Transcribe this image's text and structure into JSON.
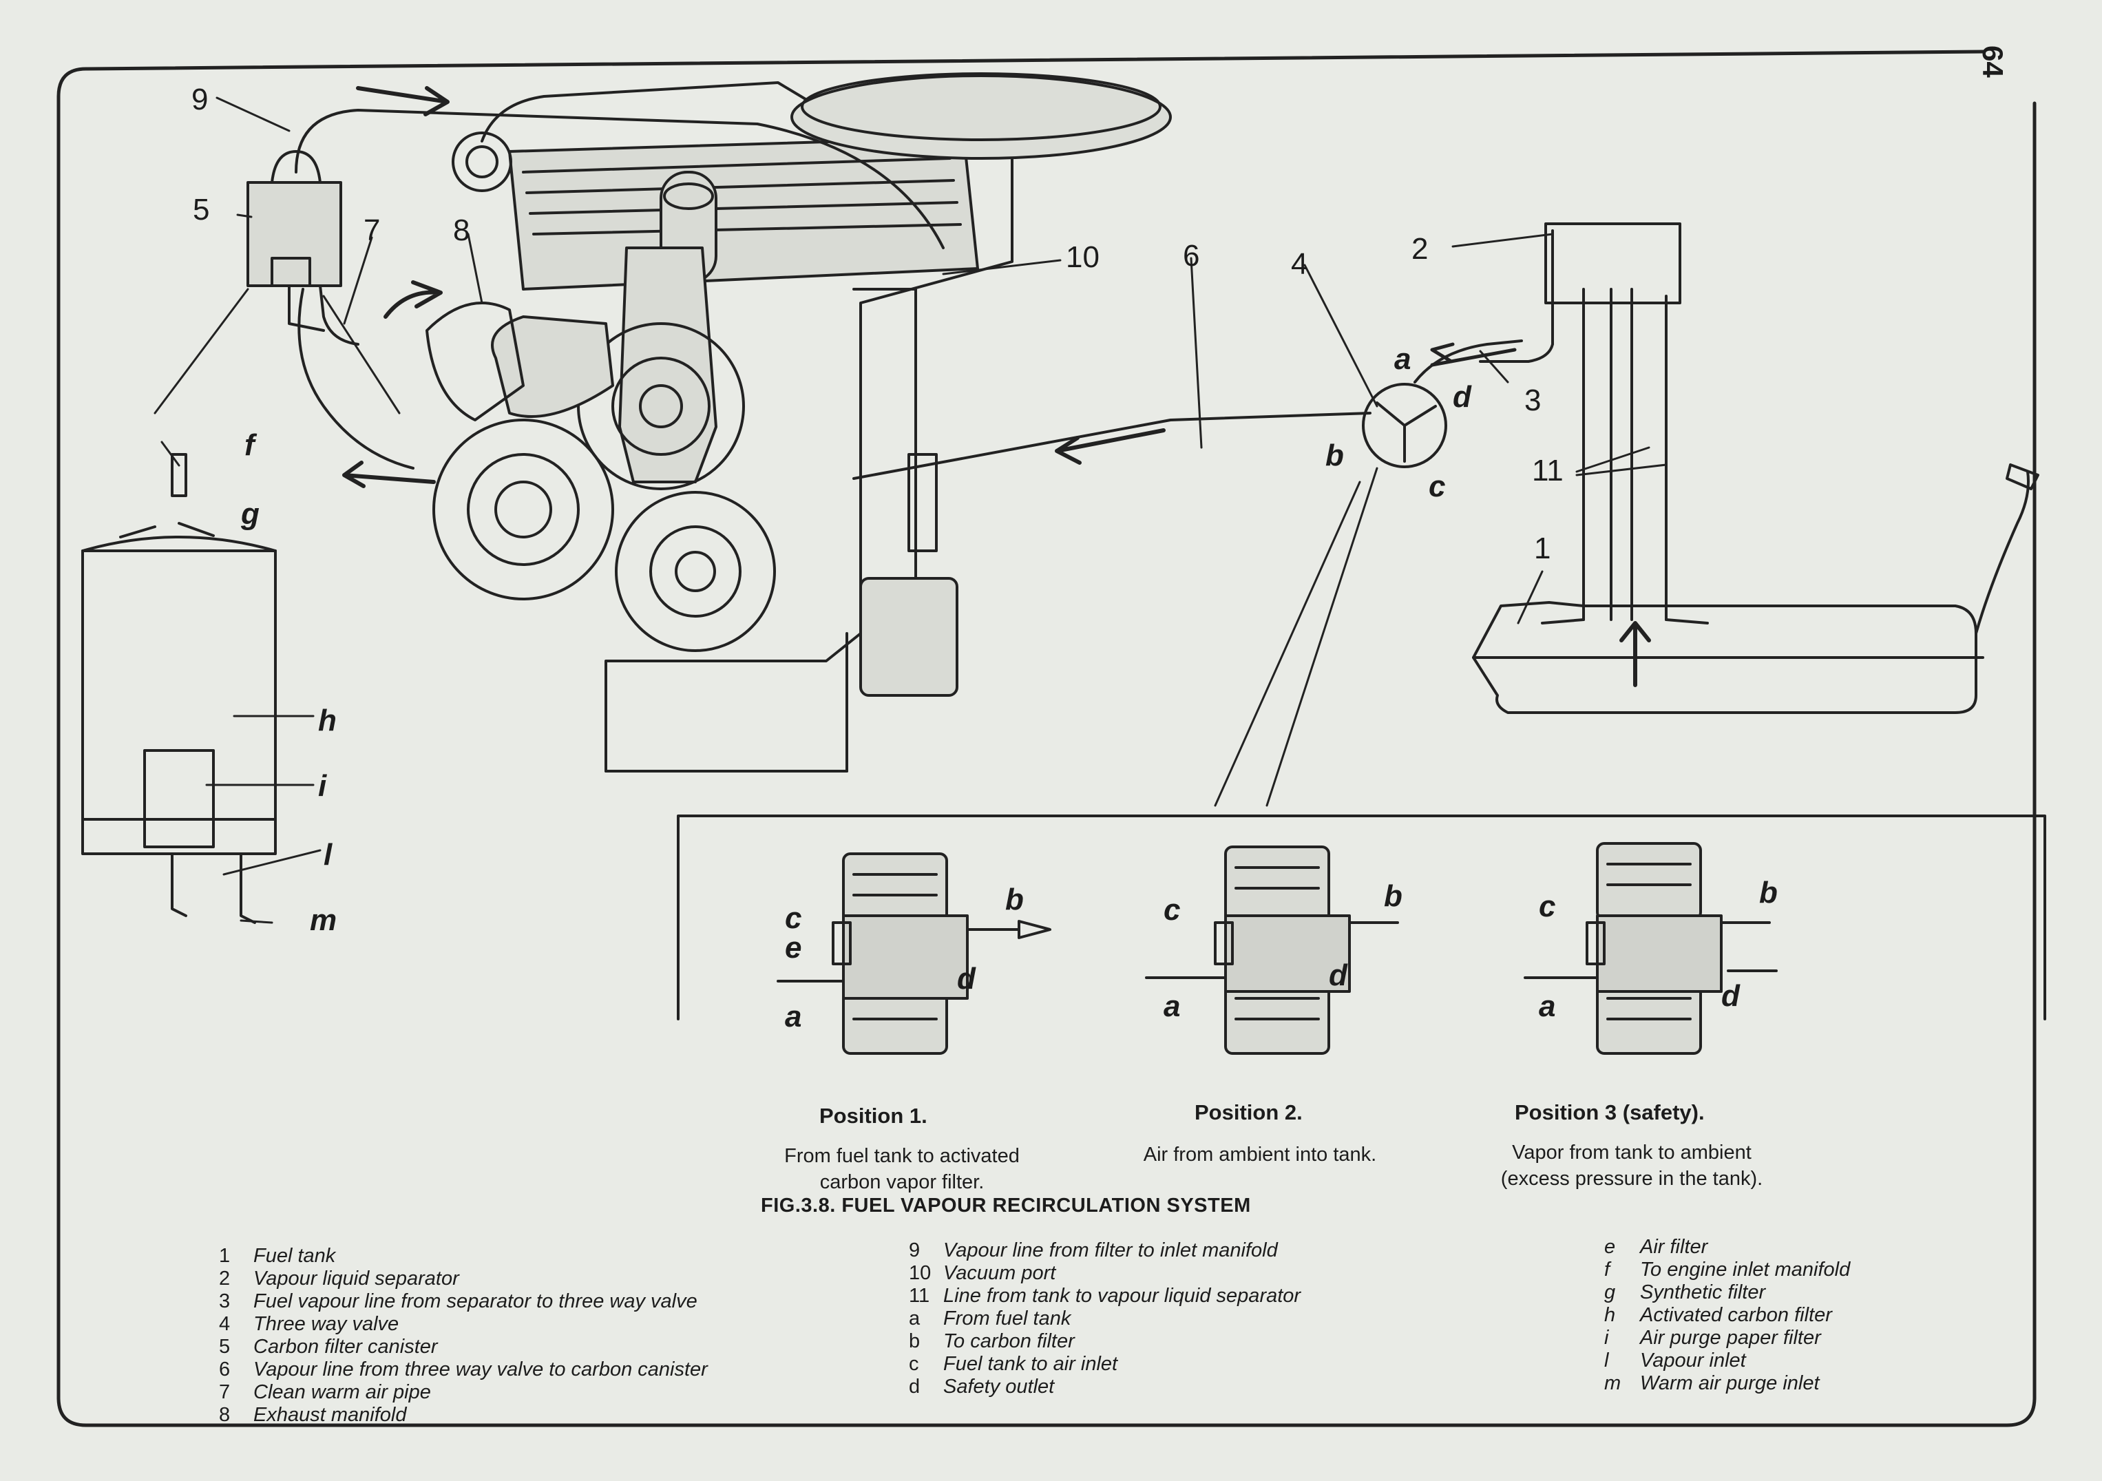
{
  "page_number": "64",
  "figure_caption": "FIG.3.8. FUEL VAPOUR RECIRCULATION SYSTEM",
  "callouts": {
    "engine": [
      "1",
      "2",
      "3",
      "4",
      "5",
      "6",
      "7",
      "8",
      "9",
      "10",
      "11"
    ],
    "valve_ports": [
      "a",
      "b",
      "c",
      "d"
    ],
    "canister": [
      "f",
      "g",
      "h",
      "i",
      "l",
      "m"
    ]
  },
  "positions": [
    {
      "title": "Position 1.",
      "description": "From fuel tank to activated\ncarbon vapor filter.",
      "labels": [
        "a",
        "b",
        "c",
        "d",
        "e"
      ]
    },
    {
      "title": "Position 2.",
      "description": "Air from ambient into tank.",
      "labels": [
        "a",
        "b",
        "c",
        "d"
      ]
    },
    {
      "title": "Position 3 (safety).",
      "description": "Vapor from tank to ambient\n(excess pressure in the tank).",
      "labels": [
        "a",
        "b",
        "c",
        "d"
      ]
    }
  ],
  "legend": {
    "col1": [
      {
        "key": "1",
        "text": "Fuel tank"
      },
      {
        "key": "2",
        "text": "Vapour liquid separator"
      },
      {
        "key": "3",
        "text": "Fuel vapour line from separator to three way valve"
      },
      {
        "key": "4",
        "text": "Three way valve"
      },
      {
        "key": "5",
        "text": "Carbon filter canister"
      },
      {
        "key": "6",
        "text": "Vapour line from three way valve to carbon canister"
      },
      {
        "key": "7",
        "text": "Clean warm air pipe"
      },
      {
        "key": "8",
        "text": "Exhaust manifold"
      }
    ],
    "col2": [
      {
        "key": "9",
        "text": "Vapour line from filter to inlet manifold"
      },
      {
        "key": "10",
        "text": "Vacuum port"
      },
      {
        "key": "11",
        "text": "Line from tank to vapour liquid separator"
      },
      {
        "key": "a",
        "text": "From fuel tank"
      },
      {
        "key": "b",
        "text": "To carbon filter"
      },
      {
        "key": "c",
        "text": "Fuel tank to air inlet"
      },
      {
        "key": "d",
        "text": "Safety outlet"
      }
    ],
    "col3": [
      {
        "key": "e",
        "text": "Air filter"
      },
      {
        "key": "f",
        "text": "To engine inlet manifold"
      },
      {
        "key": "g",
        "text": "Synthetic filter"
      },
      {
        "key": "h",
        "text": "Activated carbon filter"
      },
      {
        "key": "i",
        "text": "Air purge paper filter"
      },
      {
        "key": "l",
        "text": "Vapour inlet"
      },
      {
        "key": "m",
        "text": "Warm air purge inlet"
      }
    ]
  },
  "colors": {
    "paper": "#e9ebe6",
    "ink": "#1c1c1c"
  }
}
